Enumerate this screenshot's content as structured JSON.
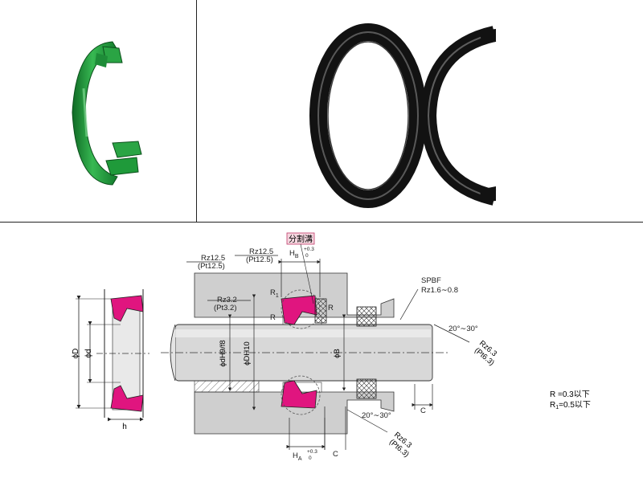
{
  "colors": {
    "seal_green": "#1f9a3a",
    "seal_black": "#151515",
    "seal_magenta": "#e0157f",
    "housing_gray": "#cfcfcf",
    "label_box_fill": "#f5d6df"
  },
  "labels": {
    "split_groove": "分割溝",
    "rz125_a": "Rz12.5",
    "pt125_a": "(Pt12.5)",
    "rz125_b": "Rz12.5",
    "pt125_b": "(Pt12.5)",
    "rz32": "Rz3.2",
    "pt32": "(Pt3.2)",
    "hb": "H",
    "hb_sub": "B",
    "hb_tol_top": "+0.3",
    "hb_tol_bot": "0",
    "r1": "R",
    "r1_sub": "1",
    "r_left": "R",
    "r_right": "R",
    "spbf": "SPBF",
    "rz16_08": "Rz1.6∼0.8",
    "angle_top": "20°∼30°",
    "rz63_a": "Rz6.3",
    "pt63_a": "(Pt6.3)",
    "phi_dh9f8": "ϕdH9/f8",
    "phi_dh10": "ϕDH10",
    "phi_b": "ϕB",
    "c_right": "C",
    "angle_bottom": "20°∼30°",
    "rz63_b": "Rz6.3",
    "pt63_b": "(Pt6.3)",
    "ha": "H",
    "ha_sub": "A",
    "ha_tol_top": "+0.3",
    "ha_tol_bot": "0",
    "c_bottom": "C",
    "phi_D": "ϕD",
    "phi_d": "ϕd",
    "h": "h",
    "note_r": "R =0.3以下",
    "note_r1_main": "R",
    "note_r1_sub": "1",
    "note_r1_rest": "=0.5以下"
  }
}
